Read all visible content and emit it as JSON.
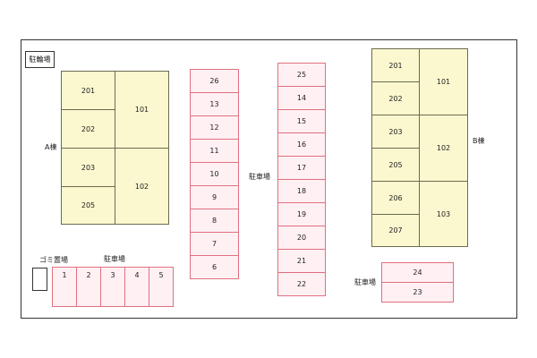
{
  "labels": {
    "bicycle_parking": "駐輪場",
    "building_a": "A棟",
    "building_b": "B棟",
    "parking_center": "駐車場",
    "parking_bottom_left": "駐車場",
    "parking_bottom_right": "駐車場",
    "garbage": "ゴミ置場"
  },
  "building_a": {
    "rooms": [
      "201",
      "202",
      "203",
      "205",
      "101",
      "102"
    ]
  },
  "building_b": {
    "rooms": [
      "201",
      "202",
      "203",
      "205",
      "206",
      "207",
      "101",
      "102",
      "103"
    ]
  },
  "parking": {
    "column_left": [
      "26",
      "13",
      "12",
      "11",
      "10",
      "9",
      "8",
      "7",
      "6"
    ],
    "column_right": [
      "25",
      "14",
      "15",
      "16",
      "17",
      "18",
      "19",
      "20",
      "21",
      "22"
    ],
    "bottom_row": [
      "1",
      "2",
      "3",
      "4",
      "5"
    ],
    "bottom_right": [
      "24",
      "23"
    ]
  },
  "colors": {
    "building_fill": "#fbf8cf",
    "parking_fill": "#fff0f4",
    "parking_border": "#e0707f"
  }
}
